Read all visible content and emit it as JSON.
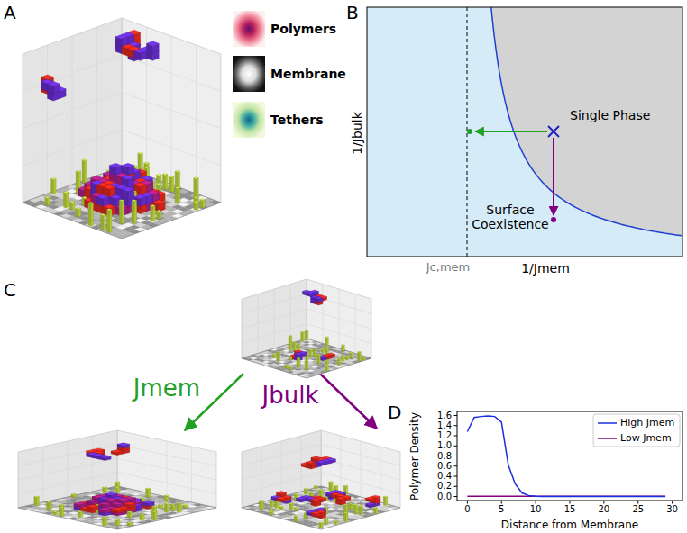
{
  "diagram": {
    "labels": [
      "A",
      "B",
      "C",
      "D",
      "Single Phase",
      "Surface Coexistence",
      "1/Jbulk",
      "1/Jmem",
      "Jc,mem",
      "Jmem",
      "Jbulk",
      "Polymer Density",
      "Distance from Membrane",
      "0.0",
      "0.2",
      "0.4",
      "0.6",
      "0.8",
      "1.0",
      "1.2",
      "1.4",
      "1.6",
      "0",
      "5",
      "10",
      "15",
      "20",
      "25",
      "30"
    ],
    "legend": [
      {
        "text": "Polymers"
      },
      {
        "text": "Membrane"
      },
      {
        "text": "Tethers"
      },
      {
        "text": "High Jmem"
      },
      {
        "text": "Low Jmem"
      }
    ]
  }
}
